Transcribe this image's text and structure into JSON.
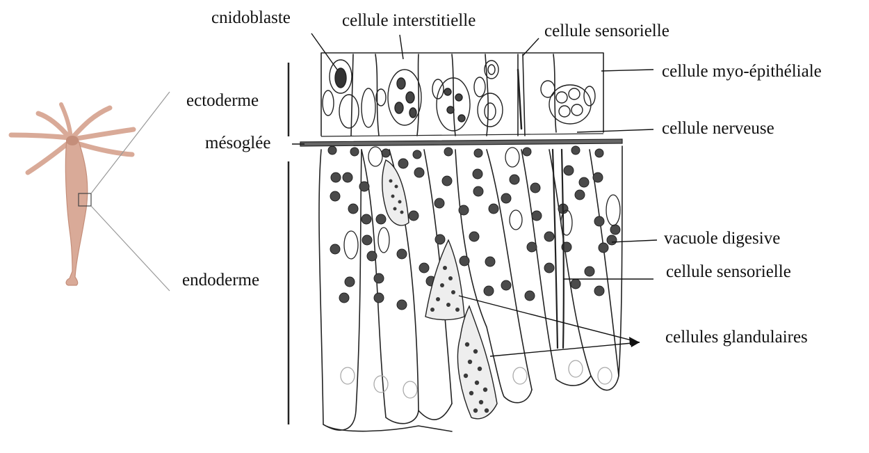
{
  "diagram": {
    "labels": {
      "cnidoblaste": "cnidoblaste",
      "cellule_interstitielle": "cellule interstitielle",
      "cellule_sensorielle_top": "cellule sensorielle",
      "cellule_myo_epitheliale": "cellule myo-épithéliale",
      "ectoderme": "ectoderme",
      "mesoglee": "mésoglée",
      "cellule_nerveuse": "cellule nerveuse",
      "endoderme": "endoderme",
      "vacuole_digesive": "vacuole digesive",
      "cellule_sensorielle_bottom": "cellule sensorielle",
      "cellules_glandulaires": "cellules glandulaires"
    },
    "colors": {
      "ink": "#222222",
      "hydra_body": "#d9aa98",
      "hydra_dark": "#c48e7a",
      "vacuole": "#4a4a4a"
    }
  }
}
